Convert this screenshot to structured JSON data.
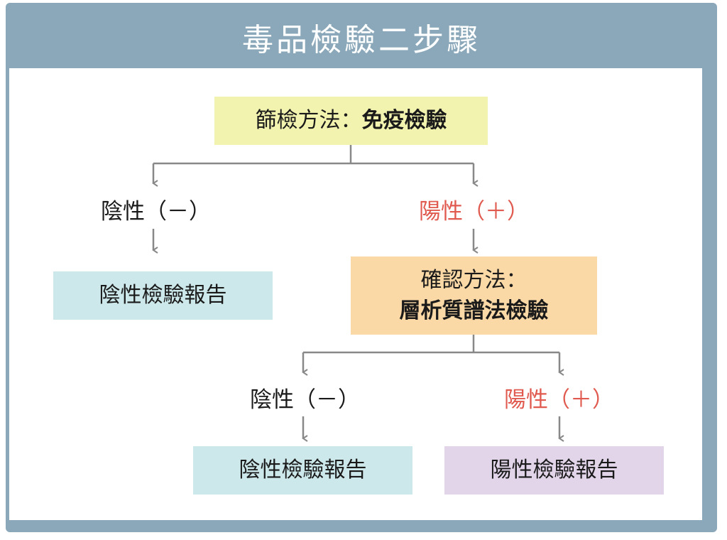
{
  "title": "毒品檢驗二步驟",
  "screening": {
    "prefix": "篩檢方法：",
    "method": "免疫檢驗"
  },
  "screen_negative": "陰性（－）",
  "screen_positive": "陽性（＋）",
  "screen_negative_report": "陰性檢驗報告",
  "confirmation": {
    "prefix": "確認方法：",
    "method": "層析質譜法檢驗"
  },
  "confirm_negative": "陰性（－）",
  "confirm_positive": "陽性（＋）",
  "confirm_negative_report": "陰性檢驗報告",
  "confirm_positive_report": "陽性檢驗報告",
  "colors": {
    "frame": "#8aa8b9",
    "screening_box": "#f3f3b0",
    "confirmation_box": "#fbd9a6",
    "negative_box": "#cde8ea",
    "positive_box": "#e2d5ea",
    "positive_text": "#e05a4f",
    "arrow": "#888888"
  }
}
